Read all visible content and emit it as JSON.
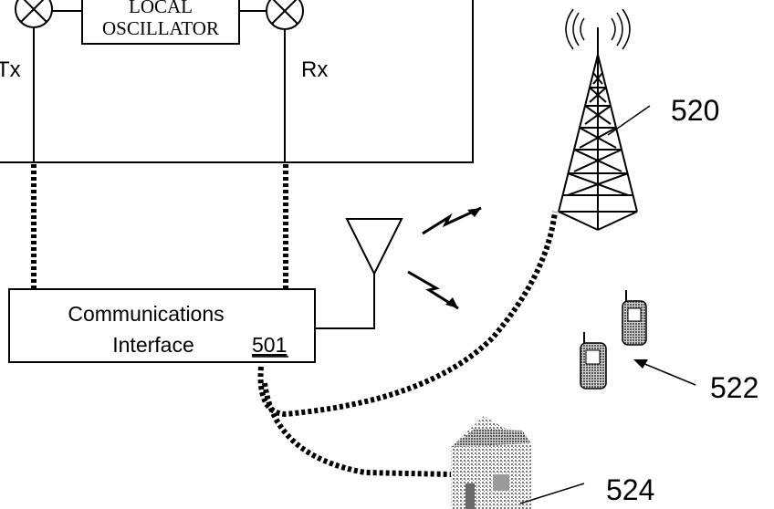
{
  "diagram": {
    "local_oscillator": {
      "line1": "LOCAL",
      "line2": "OSCILLATOR"
    },
    "tx_label": "Tx",
    "rx_label": "Rx",
    "comms_interface": {
      "line1": "Communications",
      "line2": "Interface",
      "ref": "501"
    },
    "callouts": {
      "tower": "520",
      "phones": "522",
      "house": "524"
    }
  },
  "colors": {
    "ink": "#000000",
    "background": "#ffffff",
    "stipple": "#8a8a8a"
  }
}
